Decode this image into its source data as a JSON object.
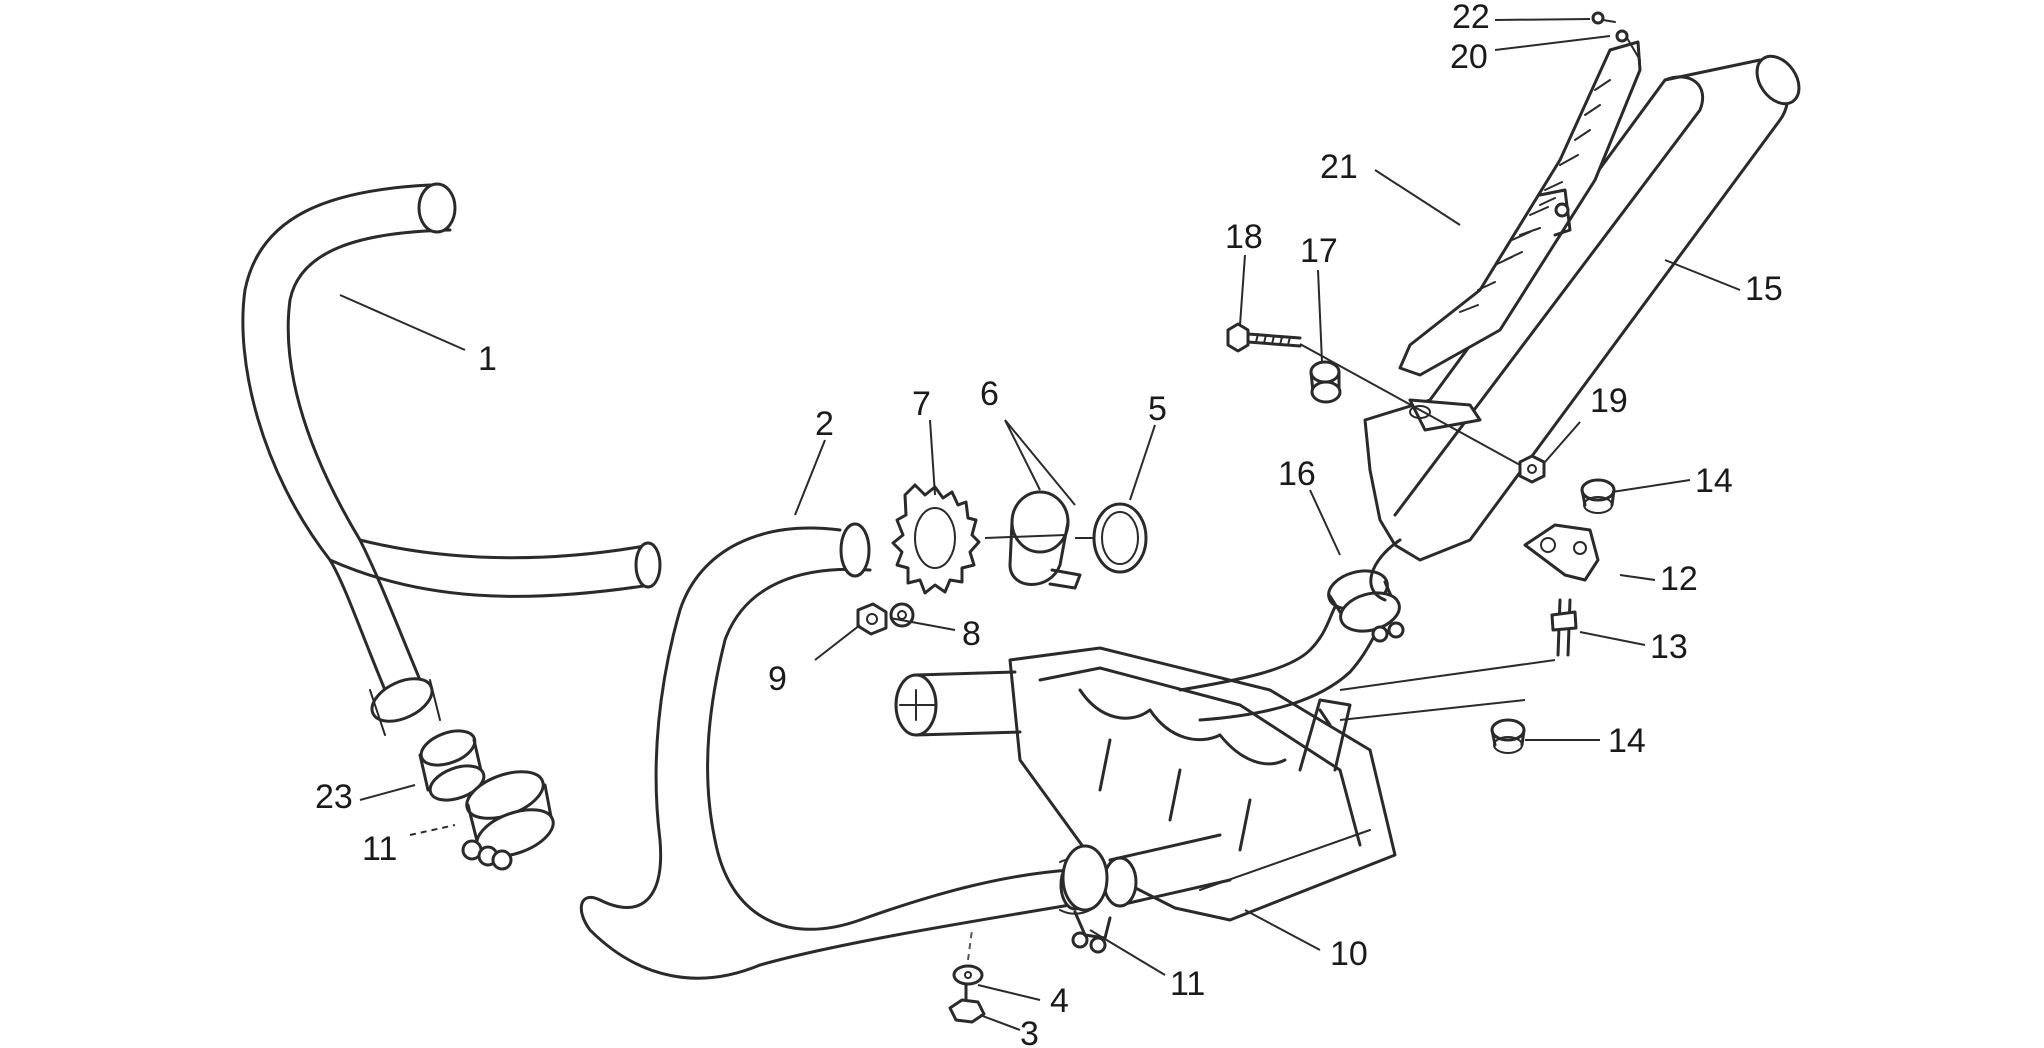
{
  "diagram": {
    "callouts": [
      {
        "id": "c1",
        "label": "1"
      },
      {
        "id": "c2",
        "label": "2"
      },
      {
        "id": "c3",
        "label": "3"
      },
      {
        "id": "c4",
        "label": "4"
      },
      {
        "id": "c5",
        "label": "5"
      },
      {
        "id": "c6",
        "label": "6"
      },
      {
        "id": "c7",
        "label": "7"
      },
      {
        "id": "c8",
        "label": "8"
      },
      {
        "id": "c9",
        "label": "9"
      },
      {
        "id": "c10",
        "label": "10"
      },
      {
        "id": "c11a",
        "label": "11"
      },
      {
        "id": "c11b",
        "label": "11"
      },
      {
        "id": "c12",
        "label": "12"
      },
      {
        "id": "c13",
        "label": "13"
      },
      {
        "id": "c14a",
        "label": "14"
      },
      {
        "id": "c14b",
        "label": "14"
      },
      {
        "id": "c15",
        "label": "15"
      },
      {
        "id": "c16",
        "label": "16"
      },
      {
        "id": "c17",
        "label": "17"
      },
      {
        "id": "c18",
        "label": "18"
      },
      {
        "id": "c19",
        "label": "19"
      },
      {
        "id": "c20",
        "label": "20"
      },
      {
        "id": "c21",
        "label": "21"
      },
      {
        "id": "c22",
        "label": "22"
      },
      {
        "id": "c23",
        "label": "23"
      }
    ]
  }
}
